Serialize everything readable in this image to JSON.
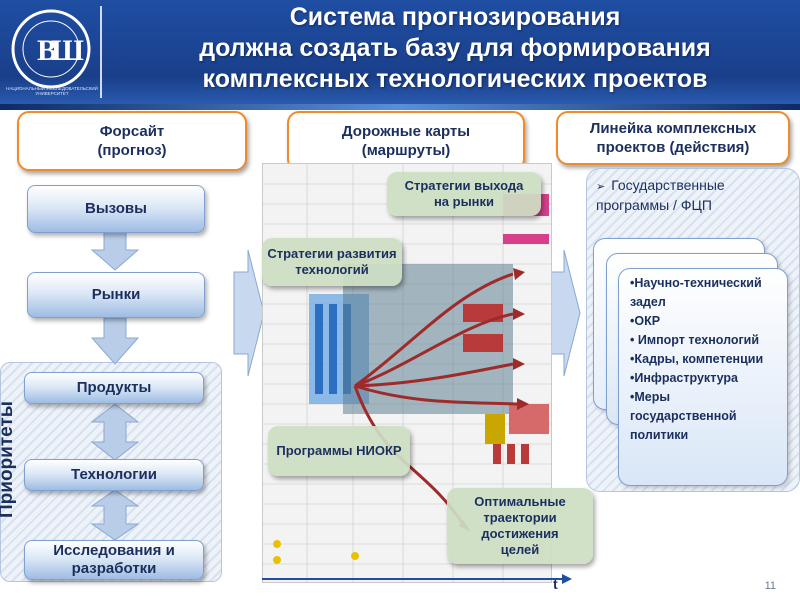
{
  "header": {
    "title": "Система прогнозирования\nдолжна создать базу для формирования\nкомплексных технологических проектов",
    "logo_caption": "НАЦИОНАЛЬНЫЙ ИССЛЕДОВАТЕЛЬСКИЙ УНИВЕРСИТЕТ"
  },
  "columns": {
    "foresight": "Форсайт\n(прогноз)",
    "roadmaps": "Дорожные карты\n(маршруты)",
    "projects": "Линейка комплексных\nпроектов (действия)"
  },
  "left": {
    "challenges": "Вызовы",
    "markets": "Рынки",
    "products": "Продукты",
    "technologies": "Технологии",
    "rnd": "Исследования и\nразработки",
    "priorities": "Приоритеты"
  },
  "callouts": {
    "exit": "Стратегии выхода\nна рынки",
    "tech": "Стратегии развития\nтехнологий",
    "niokr": "Программы НИОКР",
    "optimal": "Оптимальные\nтраектории\nдостижения\nцелей"
  },
  "right": {
    "header": "Государственные программы / ФЦП",
    "items": [
      "•Научно-технический задел",
      "•ОКР",
      "• Импорт технологий",
      "•Кадры, компетенции",
      "•Инфраструктура",
      "•Меры государственной политики"
    ]
  },
  "axis_label": "t",
  "page_number": "11",
  "colors": {
    "header_blue": "#1f4ea3",
    "orange_border": "#f08a2a",
    "text_navy": "#1b2f5e",
    "arrow_blue": "#b9cde9"
  }
}
